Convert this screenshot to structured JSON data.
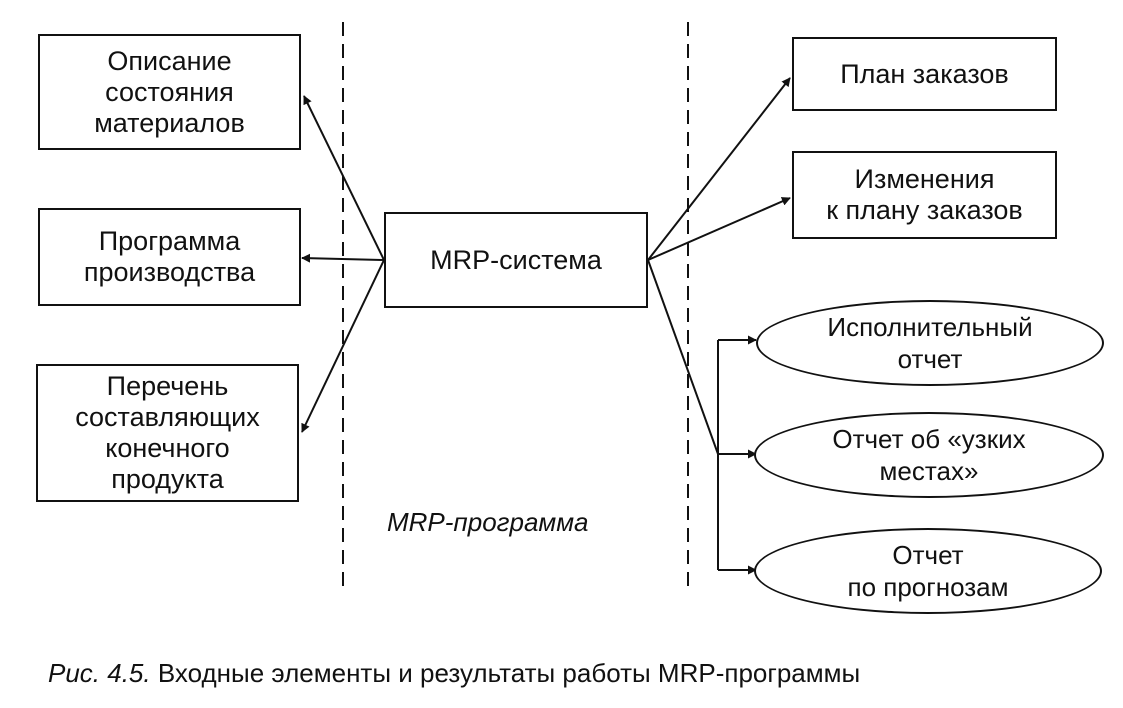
{
  "inputs": {
    "materials_status": "Описание\nсостояния\nматериалов",
    "production_program": "Программа\nпроизводства",
    "bill_of_materials": "Перечень\nсоставляющих\nконечного\nпродукта"
  },
  "center": {
    "label": "MRP-система"
  },
  "zone_label": "MRP-программа",
  "outputs": {
    "order_plan": "План заказов",
    "plan_changes": "Изменения\nк плану заказов"
  },
  "reports": {
    "performance": "Исполнительный\nотчет",
    "bottlenecks": "Отчет об «узких\nместах»",
    "forecasts": "Отчет\nпо прогнозам"
  },
  "caption": {
    "figure_number": "Рис. 4.5.",
    "text": "Входные элементы и результаты работы MRP-программы"
  }
}
